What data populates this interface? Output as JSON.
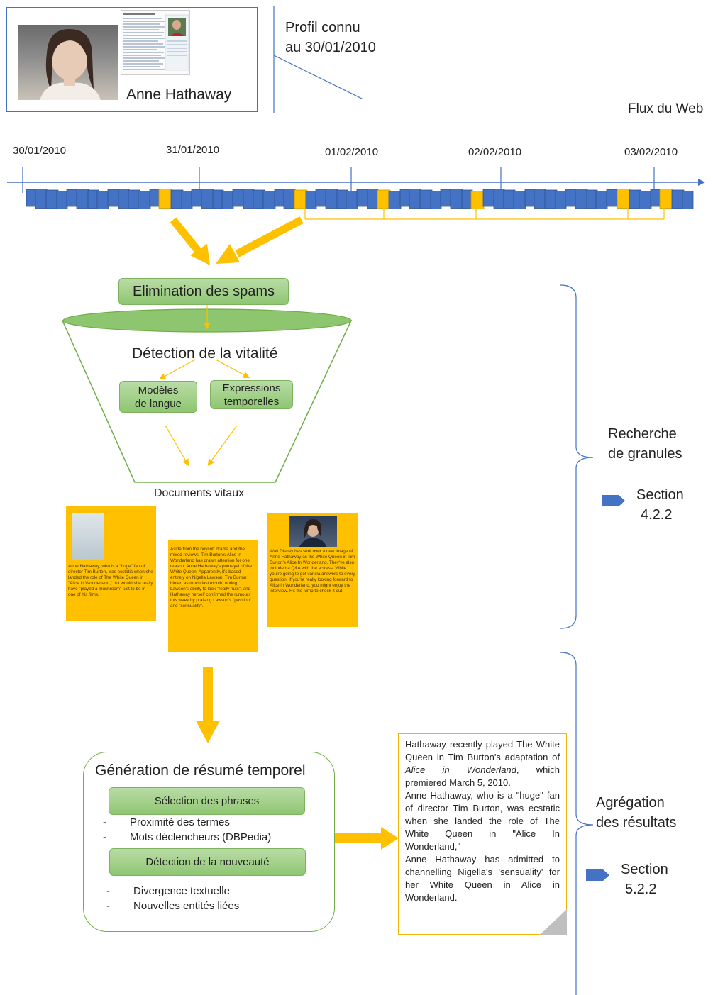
{
  "profile": {
    "name": "Anne Hathaway",
    "known_profile": "Profil connu",
    "known_date": "au 30/01/2010"
  },
  "stream_label": "Flux du Web",
  "timeline": {
    "dates": [
      "30/01/2010",
      "31/01/2010",
      "01/02/2010",
      "02/02/2010",
      "03/02/2010"
    ],
    "stream_color": "#4472c4",
    "highlight_color": "#ffc000"
  },
  "steps": {
    "spam": "Elimination des spams",
    "vitality": "Détection de la vitalité",
    "language_models": [
      "Modèles",
      "de langue"
    ],
    "temporal_expressions": [
      "Expressions",
      "temporelles"
    ],
    "vital_docs": "Documents vitaux"
  },
  "docs": [
    {
      "text": "Anne Hathaway, who is a \"huge\" fan of director Tim Burton, was ecstatic when she landed the role of The White Queen in \"Alice in Wonderland,\" but would she really have \"played a mushroom\" just to be in one of his films."
    },
    {
      "text": "Aside from the boycott drama and the mixed reviews, Tim Burton's Alice in Wonderland has drawn attention for one reason: Anne Hathaway's portrayal of the White Queen. Apparently, it's based entirely on Nigella Lawson. Tim Burton hinted as much last month, noting Lawson's ability to look \"really nuts\", and Hathaway herself confirmed the rumours this week by praising Lawson's \"passion\" and \"sensuality\"."
    },
    {
      "text": "Walt Disney has sent over a new image of Anne Hathaway as the White Queen in Tim Burton's Alice In Wonderland. They've also included a Q&A with the actress. While you're going to get vanilla answers to every question, if you're really looking forward to Alice in Wonderland, you might enjoy the interview. Hit the jump to check it out"
    }
  ],
  "generation": {
    "title": "Génération de résumé temporel",
    "selection": "Sélection des phrases",
    "selection_items": [
      "Proximité des termes",
      "Mots déclencheurs (DBPedia)"
    ],
    "novelty": "Détection de la nouveauté",
    "novelty_items": [
      "Divergence textuelle",
      "Nouvelles entités liées"
    ]
  },
  "summary": {
    "p1_before": "Hathaway recently played The White Queen in Tim Burton's adaptation of ",
    "p1_title": "Alice in Wonderland",
    "p1_after": ", which premiered March 5, 2010.",
    "p2": "Anne Hathaway, who is a \"huge\" fan of director Tim Burton, was ecstatic when she landed the role of The White Queen in \"Alice In Wonderland,\"",
    "p3": "Anne Hathaway has admitted to channelling Nigella's 'sensuality' for her White Queen in Alice in Wonderland."
  },
  "phases": {
    "search": [
      "Recherche",
      "de granules"
    ],
    "search_section_word": "Section",
    "search_section": "4.2.2",
    "aggregation": [
      "Agrégation",
      "des résultats"
    ],
    "aggregation_section_word": "Section",
    "aggregation_section": "5.2.2"
  }
}
